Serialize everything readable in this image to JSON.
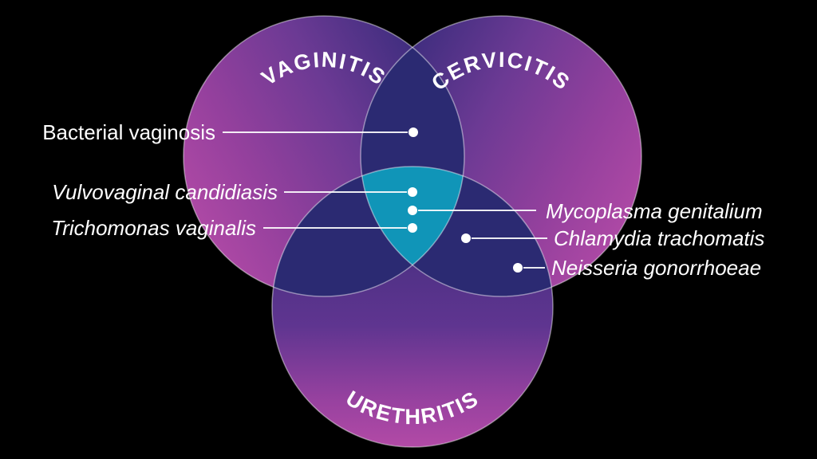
{
  "palette": {
    "background": "#000000",
    "magenta": "#b24aa6",
    "magentaMid": "#94409d",
    "magentaSoft": "#96419f",
    "purple": "#6c3a94",
    "purpleDeep": "#5f3590",
    "indigo": "#3e2d7e",
    "indigoDeep": "#3a2b78",
    "overlapNavy": "#2b2a72",
    "centerTeal": "#1095b8",
    "white": "#ffffff"
  },
  "sets": [
    {
      "label": "VAGINITIS"
    },
    {
      "label": "CERVICITIS"
    },
    {
      "label": "URETHRITIS"
    }
  ],
  "left_labels": [
    {
      "text": "Bacterial vaginosis"
    },
    {
      "text": "Vulvovaginal candidiasis"
    },
    {
      "text": "Trichomonas vaginalis"
    }
  ],
  "right_labels": [
    {
      "text": "Mycoplasma genitalium"
    },
    {
      "text": "Chlamydia trachomatis"
    },
    {
      "text": "Neisseria gonorrhoeae"
    }
  ],
  "venn": {
    "type": "venn-3",
    "regions": [
      {
        "sets": [
          "VAGINITIS",
          "CERVICITIS"
        ],
        "items": [
          "Bacterial vaginosis"
        ]
      },
      {
        "sets": [
          "VAGINITIS",
          "CERVICITIS",
          "URETHRITIS"
        ],
        "items": [
          "Vulvovaginal candidiasis",
          "Mycoplasma genitalium",
          "Trichomonas vaginalis"
        ]
      },
      {
        "sets": [
          "CERVICITIS",
          "URETHRITIS"
        ],
        "items": [
          "Chlamydia trachomatis",
          "Neisseria gonorrhoeae"
        ]
      }
    ]
  }
}
